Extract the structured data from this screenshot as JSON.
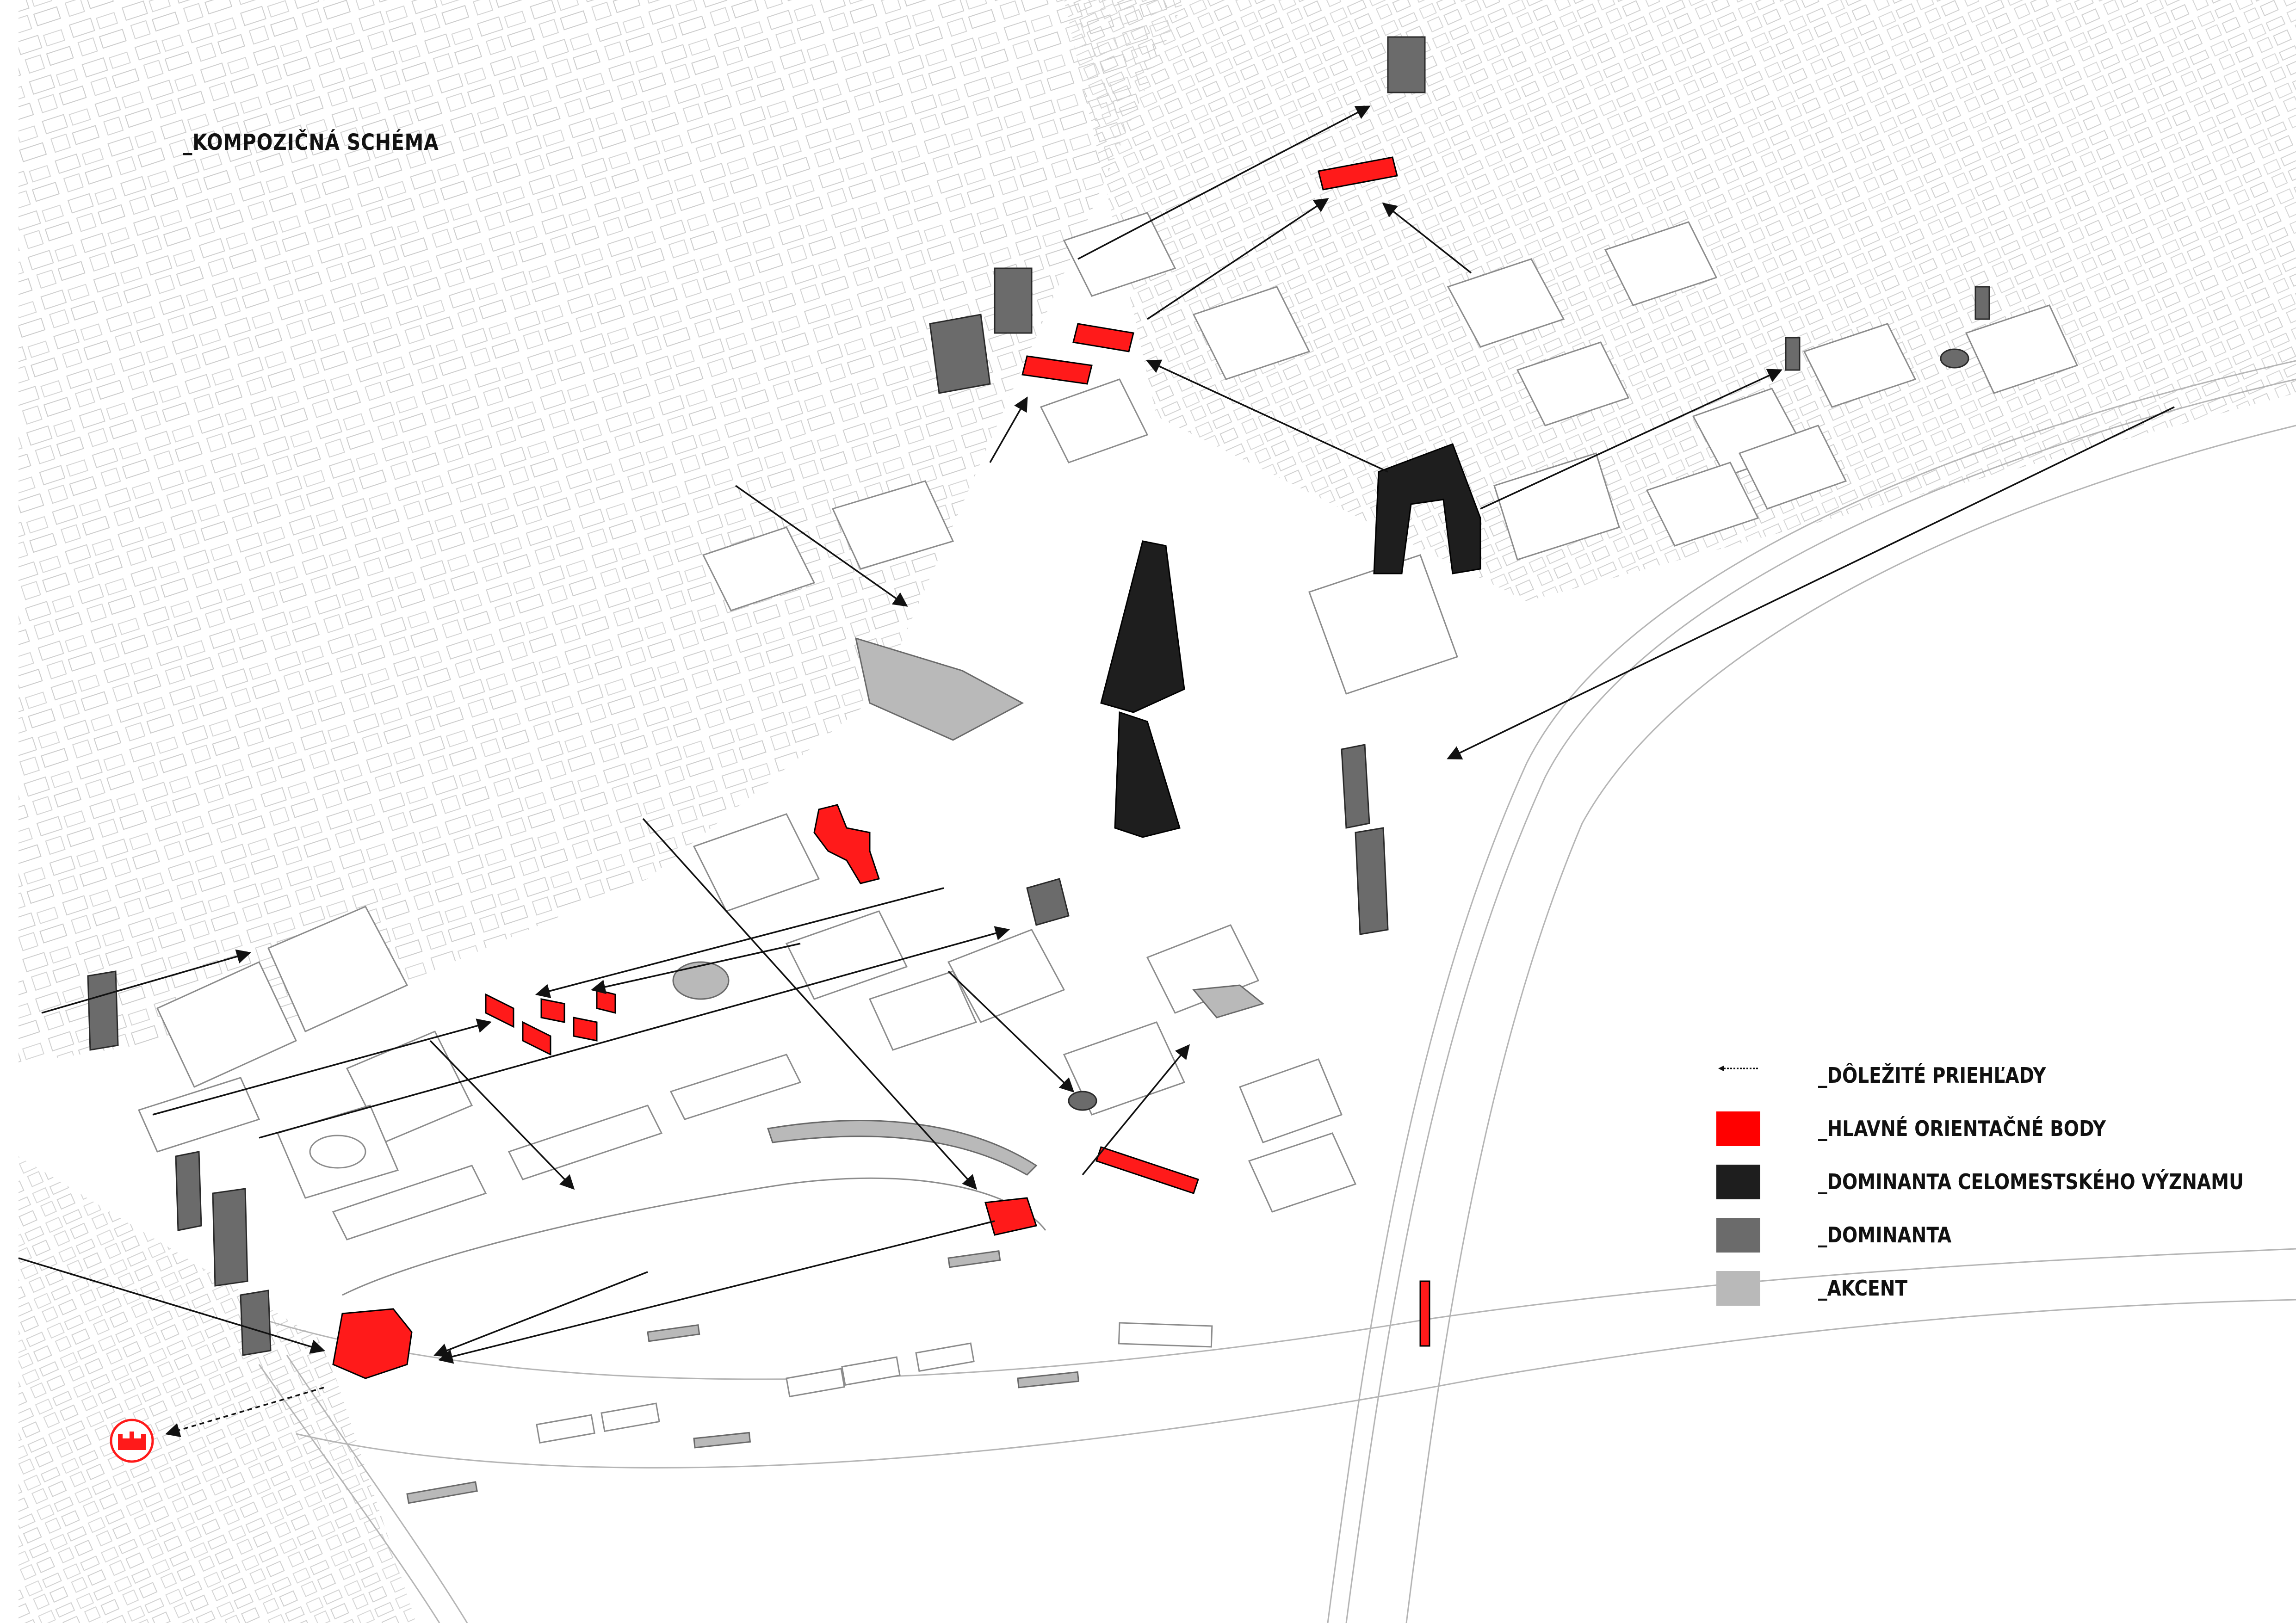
{
  "title": "_KOMPOZIČNÁ SCHÉMA",
  "colors": {
    "background": "#ffffff",
    "building_outline": "#9a9a9a",
    "building_fill": "#ffffff",
    "landmark_red": "#ff0000",
    "dominant_city": "#1e1e1e",
    "dominant": "#6b6b6b",
    "accent": "#b9b9b9",
    "view_arrow": "#111111"
  },
  "legend": [
    {
      "label": "_DÔLEŽITÉ PRIEHĽADY",
      "symbol": "arrow-icon",
      "color": "#111111"
    },
    {
      "label": "_HLAVNÉ ORIENTAČNÉ BODY",
      "symbol": "swatch",
      "color": "#ff0000"
    },
    {
      "label": "_DOMINANTA CELOMESTSKÉHO VÝZNAMU",
      "symbol": "swatch",
      "color": "#1e1e1e"
    },
    {
      "label": "_DOMINANTA",
      "symbol": "swatch",
      "color": "#6b6b6b"
    },
    {
      "label": "_AKCENT",
      "symbol": "swatch",
      "color": "#b9b9b9"
    }
  ]
}
